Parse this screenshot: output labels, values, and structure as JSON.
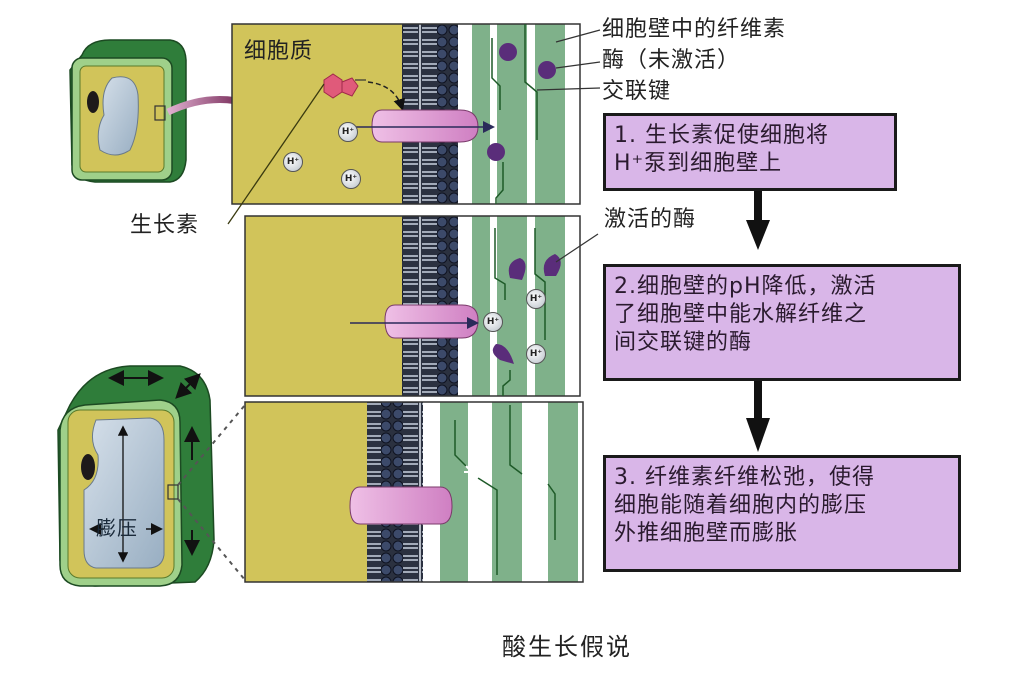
{
  "title": "酸生长假说",
  "colors": {
    "cytoplasm": "#d1c45a",
    "cell_wall": "#7fb18a",
    "cell_wall_dark": "#3f8a4c",
    "outer_wall": "#2f7d3a",
    "inner_wall": "#9fd08a",
    "vacuole": "#b8c8d6",
    "nucleus": "#1e1a1a",
    "pump": "#e0a0d4",
    "enzyme": "#5a2d7a",
    "auxin": "#e05a7a",
    "step_box": "#d9b6e8",
    "arrow": "#111111"
  },
  "labels": {
    "cytoplasm": "细胞质",
    "auxin": "生长素",
    "cellulose": "细胞壁中的纤维素",
    "enzyme_inactive": "酶（未激活）",
    "crosslink": "交联键",
    "enzyme_active": "激活的酶",
    "turgor": "膨压",
    "proton": "H⁺"
  },
  "steps": [
    {
      "number": "1.",
      "lines": [
        "1. 生长素促使细胞将",
        "H⁺泵到细胞壁上"
      ]
    },
    {
      "number": "2.",
      "lines": [
        "2.细胞壁的pH降低，激活",
        "了细胞壁中能水解纤维之",
        "间交联键的酶"
      ]
    },
    {
      "number": "3.",
      "lines": [
        "3. 纤维素纤维松弛，使得",
        "细胞能随着细胞内的膨压",
        "外推细胞壁而膨胀"
      ]
    }
  ]
}
